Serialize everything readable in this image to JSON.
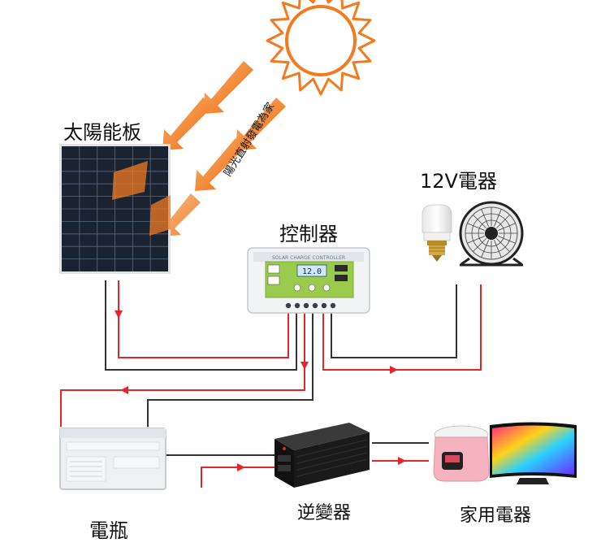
{
  "labels": {
    "solar_panel": "太陽能板",
    "sunlight_note": "陽光直射發電為家",
    "controller": "控制器",
    "dc_12v": "12V電器",
    "battery": "電瓶",
    "inverter": "逆變器",
    "home_appliances": "家用電器"
  },
  "controller_screen": "12.0",
  "controller_title": "SOLAR CHARGE CONTROLLER",
  "colors": {
    "sun": "#f47a20",
    "arrow": "#f07c22",
    "positive_wire": "#e3262a",
    "negative_wire": "#333333",
    "panel": "#1b2230",
    "controller_body": "#f1f3f5",
    "controller_face": "#9bcb4d",
    "inverter": "#1a1a1a"
  }
}
